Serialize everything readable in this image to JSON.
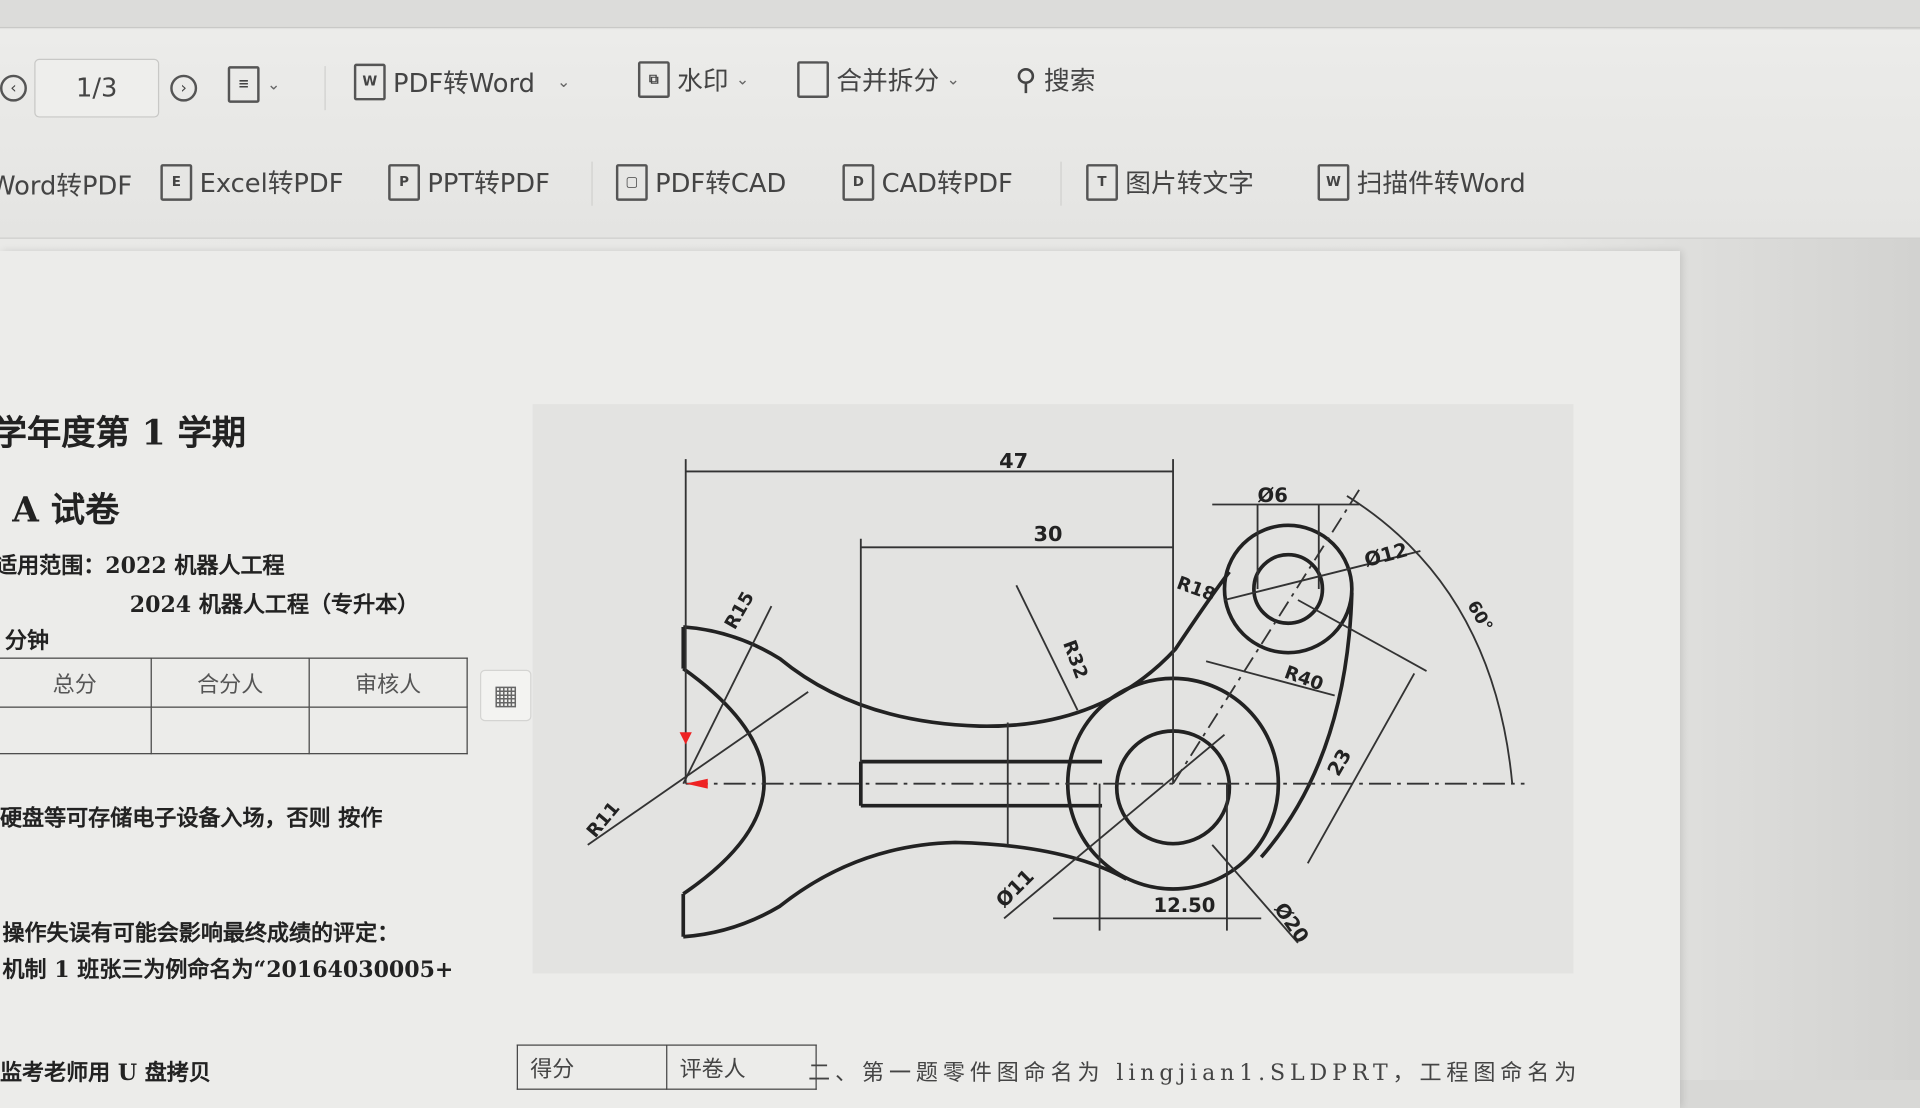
{
  "toolbar": {
    "page_indicator": "1/3",
    "row1": [
      {
        "label": "PDF转Word",
        "icon": "pdf-to-word-icon"
      },
      {
        "label": "水印",
        "icon": "watermark-icon"
      },
      {
        "label": "合并拆分",
        "icon": "merge-split-icon"
      },
      {
        "label": "搜索",
        "icon": "search-icon"
      }
    ],
    "row2": [
      {
        "label": "Word转PDF",
        "icon": "word-to-pdf-icon"
      },
      {
        "label": "Excel转PDF",
        "icon": "excel-to-pdf-icon"
      },
      {
        "label": "PPT转PDF",
        "icon": "ppt-to-pdf-icon"
      },
      {
        "label": "PDF转CAD",
        "icon": "pdf-to-cad-icon"
      },
      {
        "label": "CAD转PDF",
        "icon": "cad-to-pdf-icon"
      },
      {
        "label": "图片转文字",
        "icon": "image-to-text-icon"
      },
      {
        "label": "扫描件转Word",
        "icon": "scan-to-word-icon"
      }
    ]
  },
  "document": {
    "term_title": "学年度第 1 学期",
    "paper_title": "A 试卷",
    "scope_label": "适用范围：2022 机器人工程",
    "scope_line2": "2024 机器人工程（专升本）",
    "duration": "分钟",
    "score_table": {
      "headers": [
        "总分",
        "合分人",
        "审核人"
      ]
    },
    "notice1": "硬盘等可存储电子设备入场，否则 按作",
    "notice2": "操作失误有可能会影响最终成绩的评定：",
    "notice3": "机制 1 班张三为例命名为“20164030005+",
    "notice4": "监考老师用 U 盘拷贝",
    "section2_table": {
      "headers": [
        "得分",
        "评卷人"
      ]
    },
    "section2_text": "二、第一题零件图命名为 lingjian1.SLDPRT，工程图命名为"
  },
  "drawing": {
    "dims": {
      "d47": "47",
      "d30": "30",
      "r15": "R15",
      "r11": "R11",
      "r18": "R18",
      "r32": "R32",
      "r40": "R40",
      "phi6": "Ø6",
      "phi12": "Ø12",
      "phi11": "Ø11",
      "phi20": "Ø20",
      "d12_50": "12.50",
      "d23": "23",
      "angle": "60°"
    }
  }
}
